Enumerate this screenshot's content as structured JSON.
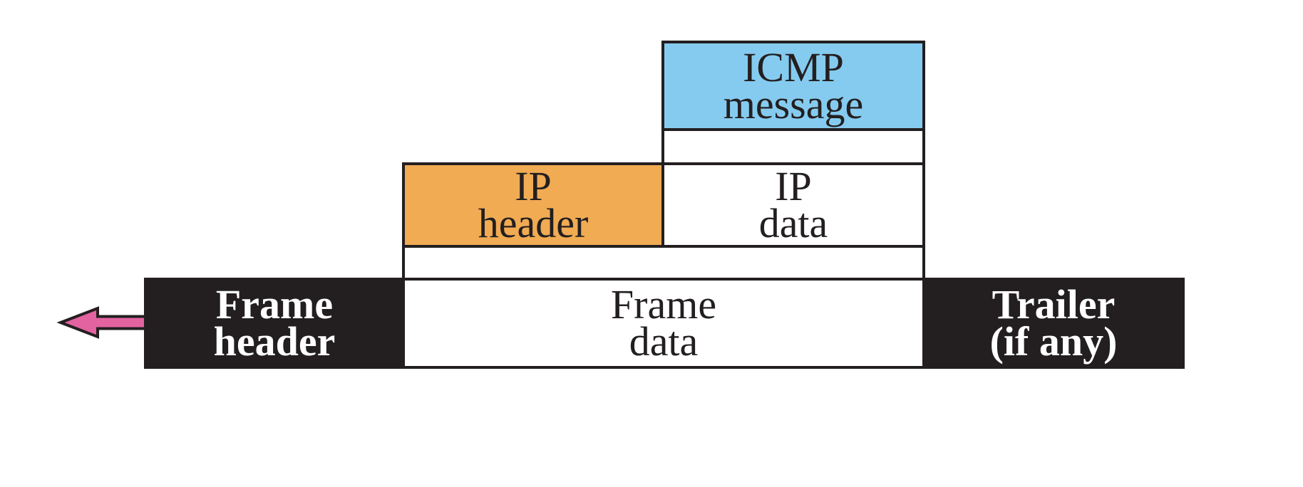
{
  "canvas": {
    "background": "#FFFFFF"
  },
  "colors": {
    "border": "#231F20",
    "icmp_fill": "#85CBF0",
    "ip_header_fill": "#F0AB53",
    "white_fill": "#FFFFFF",
    "black_fill": "#231F20",
    "arrow_fill": "#E2639F",
    "text_dark": "#231F20",
    "text_light": "#FFFFFF"
  },
  "boxes": {
    "icmp_message": {
      "label": "ICMP\nmessage"
    },
    "ip_header": {
      "label": "IP\nheader"
    },
    "ip_data": {
      "label": "IP\ndata"
    },
    "frame_header": {
      "label": "Frame\nheader"
    },
    "frame_data": {
      "label": "Frame\ndata"
    },
    "trailer": {
      "label": "Trailer\n(if any)"
    }
  },
  "icons": {
    "left_arrow": "left-pointing transmission arrow"
  }
}
